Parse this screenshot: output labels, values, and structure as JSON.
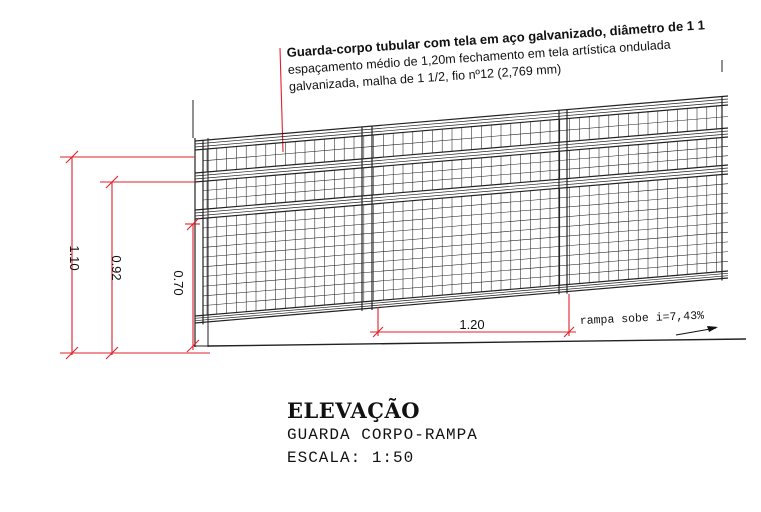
{
  "drawing": {
    "callout": {
      "line1": "Guarda-corpo tubular com tela em aço galvanizado, diâmetro de 1 1",
      "line2": "espaçamento médio de 1,20m fechamento em tela artística ondulada",
      "line3": "galvanizada, malha de 1 1/2, fio nº12 (2,769 mm)"
    },
    "dimensions": {
      "height_total": "1.10",
      "height_mid": "0.92",
      "height_low": "0.70",
      "post_spacing": "1.20"
    },
    "slope_note": "rampa sobe i=7,43%",
    "colors": {
      "linework": "#222222",
      "dimension": "#e0202a"
    }
  },
  "title_block": {
    "title": "ELEVAÇÃO",
    "subtitle": "GUARDA CORPO-RAMPA",
    "scale": "ESCALA: 1:50"
  }
}
